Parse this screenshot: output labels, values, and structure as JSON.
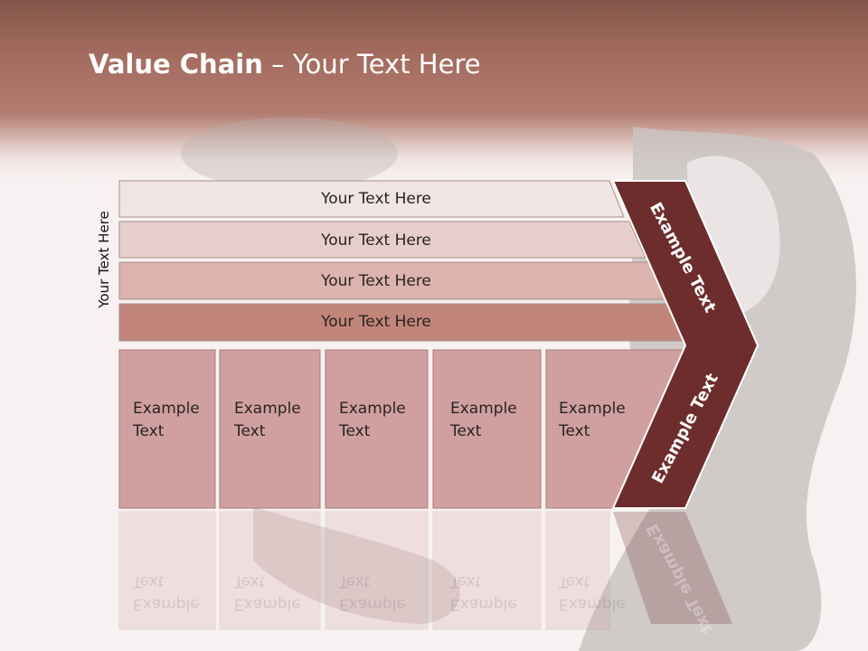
{
  "slide": {
    "title_bold": "Value Chain",
    "title_rest": " – Your Text Here"
  },
  "side_label": "Your Text Here",
  "bars": [
    {
      "label": "Your Text Here",
      "color": "#f1e5e4"
    },
    {
      "label": "Your Text Here",
      "color": "#e6cfca"
    },
    {
      "label": "Your Text Here",
      "color": "#dcb3ad"
    },
    {
      "label": "Your Text Here",
      "color": "#c18679"
    }
  ],
  "columns": [
    {
      "line1": "Example",
      "line2": "Text"
    },
    {
      "line1": "Example",
      "line2": "Text"
    },
    {
      "line1": "Example",
      "line2": "Text"
    },
    {
      "line1": "Example",
      "line2": "Text"
    },
    {
      "line1": "Example",
      "line2": "Text"
    }
  ],
  "chevron": {
    "upper_label": "Example Text",
    "lower_label": "Example Text",
    "color": "#6d2d2d"
  },
  "colors": {
    "column_fill": "#d0a0a0",
    "column_border": "#aa7c7c",
    "header": "#a46b5f"
  }
}
